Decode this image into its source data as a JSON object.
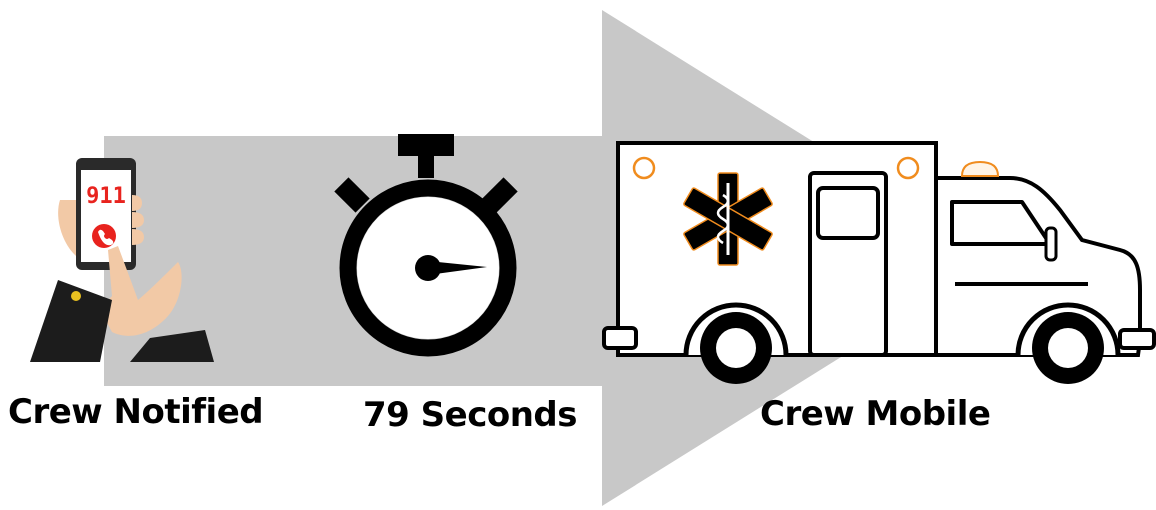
{
  "colors": {
    "arrow": "#c8c8c8",
    "ink": "#000000",
    "accent_red": "#e8231e",
    "amber": "#f08c1e",
    "skin": "#f2c9a6",
    "jacket": "#1c1c1c",
    "button": "#e8c020"
  },
  "stages": [
    {
      "label": "Crew Notified",
      "icon": "phone-911-call-icon"
    },
    {
      "label": "79 Seconds",
      "icon": "stopwatch-icon"
    },
    {
      "label": "Crew Mobile",
      "icon": "ambulance-icon"
    }
  ],
  "phone": {
    "screen_text": "911"
  }
}
